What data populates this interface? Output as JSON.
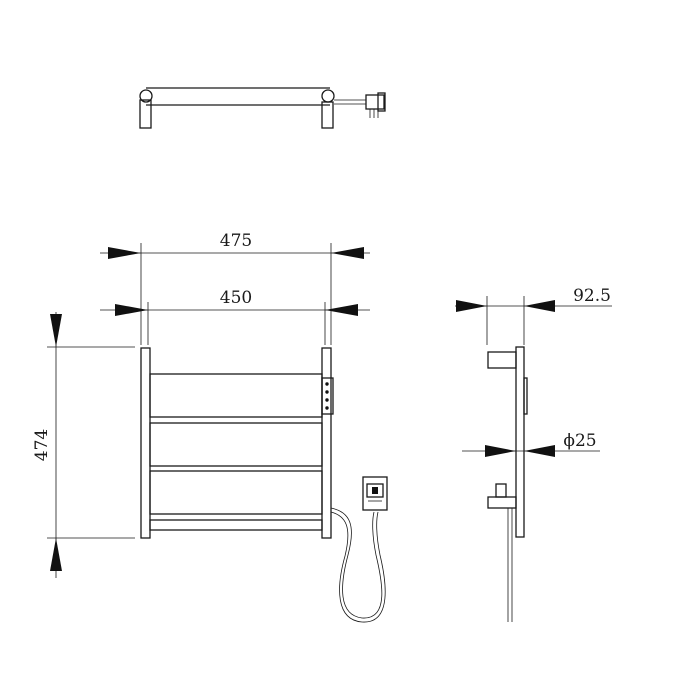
{
  "dimensions": {
    "outer_width": "475",
    "inner_width": "450",
    "height": "474",
    "depth": "92.5",
    "tube_diameter": "ϕ25"
  },
  "colors": {
    "line": "#1a1a1a",
    "background": "#ffffff"
  }
}
